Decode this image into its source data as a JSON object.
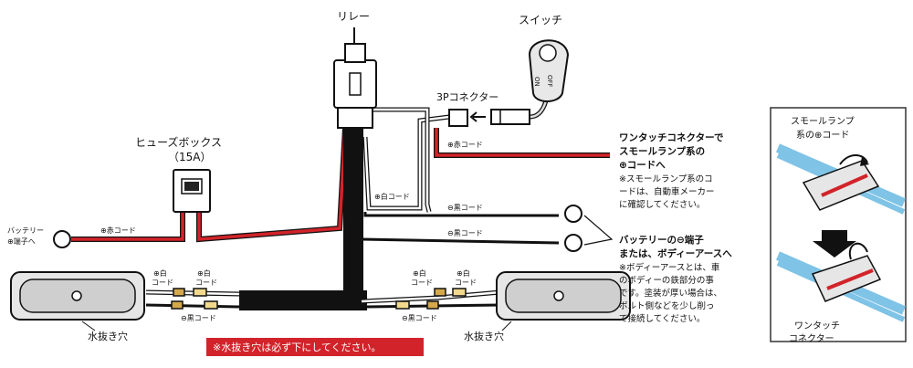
{
  "labels": {
    "relay": "リレー",
    "switch": "スイッチ",
    "switch_on": "ON",
    "switch_off": "OFF",
    "connector_3p": "3Pコネクター",
    "fuse_box": "ヒューズボックス",
    "fuse_rating": "（15A）",
    "battery_line1": "バッテリー",
    "battery_line2": "⊕端子へ",
    "red_cord_fuse": "⊕赤コード",
    "red_cord_top": "⊕赤コード",
    "white_cord": "⊕白コード",
    "black_cord_1": "⊖黒コード",
    "black_cord_2": "⊖黒コード",
    "left_lamp_white_l1": "⊕白",
    "left_lamp_white_l2": "コード",
    "left_lamp_white_r1": "⊕白",
    "left_lamp_white_r2": "コード",
    "left_lamp_black": "⊖黒コード",
    "right_lamp_white_l1": "⊕白",
    "right_lamp_white_l2": "コード",
    "right_lamp_white_r1": "⊕白",
    "right_lamp_white_r2": "コード",
    "right_lamp_black": "⊖黒コード",
    "drain_left": "水抜き穴",
    "drain_right": "水抜き穴",
    "drain_warning": "※水抜き穴は必ず下にしてください。"
  },
  "notes": {
    "small_lamp_title": [
      "ワンタッチコネクターで",
      "スモールランプ系の",
      "⊕コードへ"
    ],
    "small_lamp_body": [
      "※スモールランプ系のコ",
      "ードは、自動車メーカー",
      "に確認してください。"
    ],
    "ground_title": [
      "バッテリーの⊖端子",
      "または、ボディーアースへ"
    ],
    "ground_body": [
      "※ボディーアースとは、車",
      "のボディーの鉄部分の事",
      "です。塗装が厚い場合は、",
      "ボルト側などを少し削っ",
      "て接続してください。"
    ]
  },
  "inset": {
    "title": [
      "スモールランプ",
      "系の⊕コード"
    ],
    "caption": [
      "ワンタッチ",
      "コネクター"
    ]
  },
  "colors": {
    "red": "#d2232a",
    "black": "#111111",
    "white_wire": "#ffffff",
    "warning_bg": "#d2232a",
    "inset_blue": "#7fc3e6",
    "inset_border": "#333333"
  }
}
